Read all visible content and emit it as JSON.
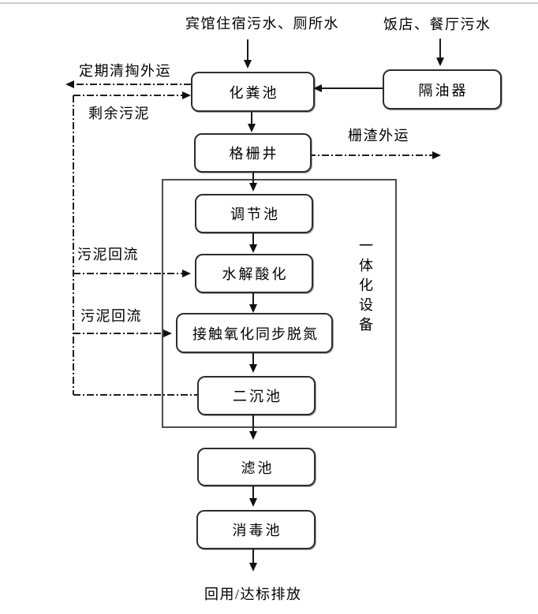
{
  "flowchart": {
    "title_hint": "sewage-treatment-process-flow",
    "line_color": "#1a1a1a",
    "inputs": [
      {
        "id": "hotel-sewage",
        "label": "宾馆住宿污水、厕所水"
      },
      {
        "id": "restaurant-sewage",
        "label": "饭店、餐厅污水"
      }
    ],
    "nodes": [
      {
        "id": "septic-tank",
        "label": "化粪池"
      },
      {
        "id": "grease-separator",
        "label": "隔油器"
      },
      {
        "id": "grid-well",
        "label": "格栅井"
      },
      {
        "id": "regulating-tank",
        "label": "调节池"
      },
      {
        "id": "hydrolysis-acidification",
        "label": "水解酸化"
      },
      {
        "id": "contact-oxidation-denitrification",
        "label": "接触氧化同步脱氮"
      },
      {
        "id": "secondary-sedimentation-tank",
        "label": "二沉池"
      },
      {
        "id": "filter-tank",
        "label": "滤池"
      },
      {
        "id": "disinfection-tank",
        "label": "消毒池"
      }
    ],
    "edge_labels": [
      {
        "id": "periodic-removal",
        "label": "定期清掏外运"
      },
      {
        "id": "excess-sludge",
        "label": "剩余污泥"
      },
      {
        "id": "grid-residue-removal",
        "label": "栅渣外运"
      },
      {
        "id": "sludge-return-1",
        "label": "污泥回流"
      },
      {
        "id": "sludge-return-2",
        "label": "污泥回流"
      }
    ],
    "container_label": "一体化设备",
    "outlet_label": "回用/达标排放"
  }
}
